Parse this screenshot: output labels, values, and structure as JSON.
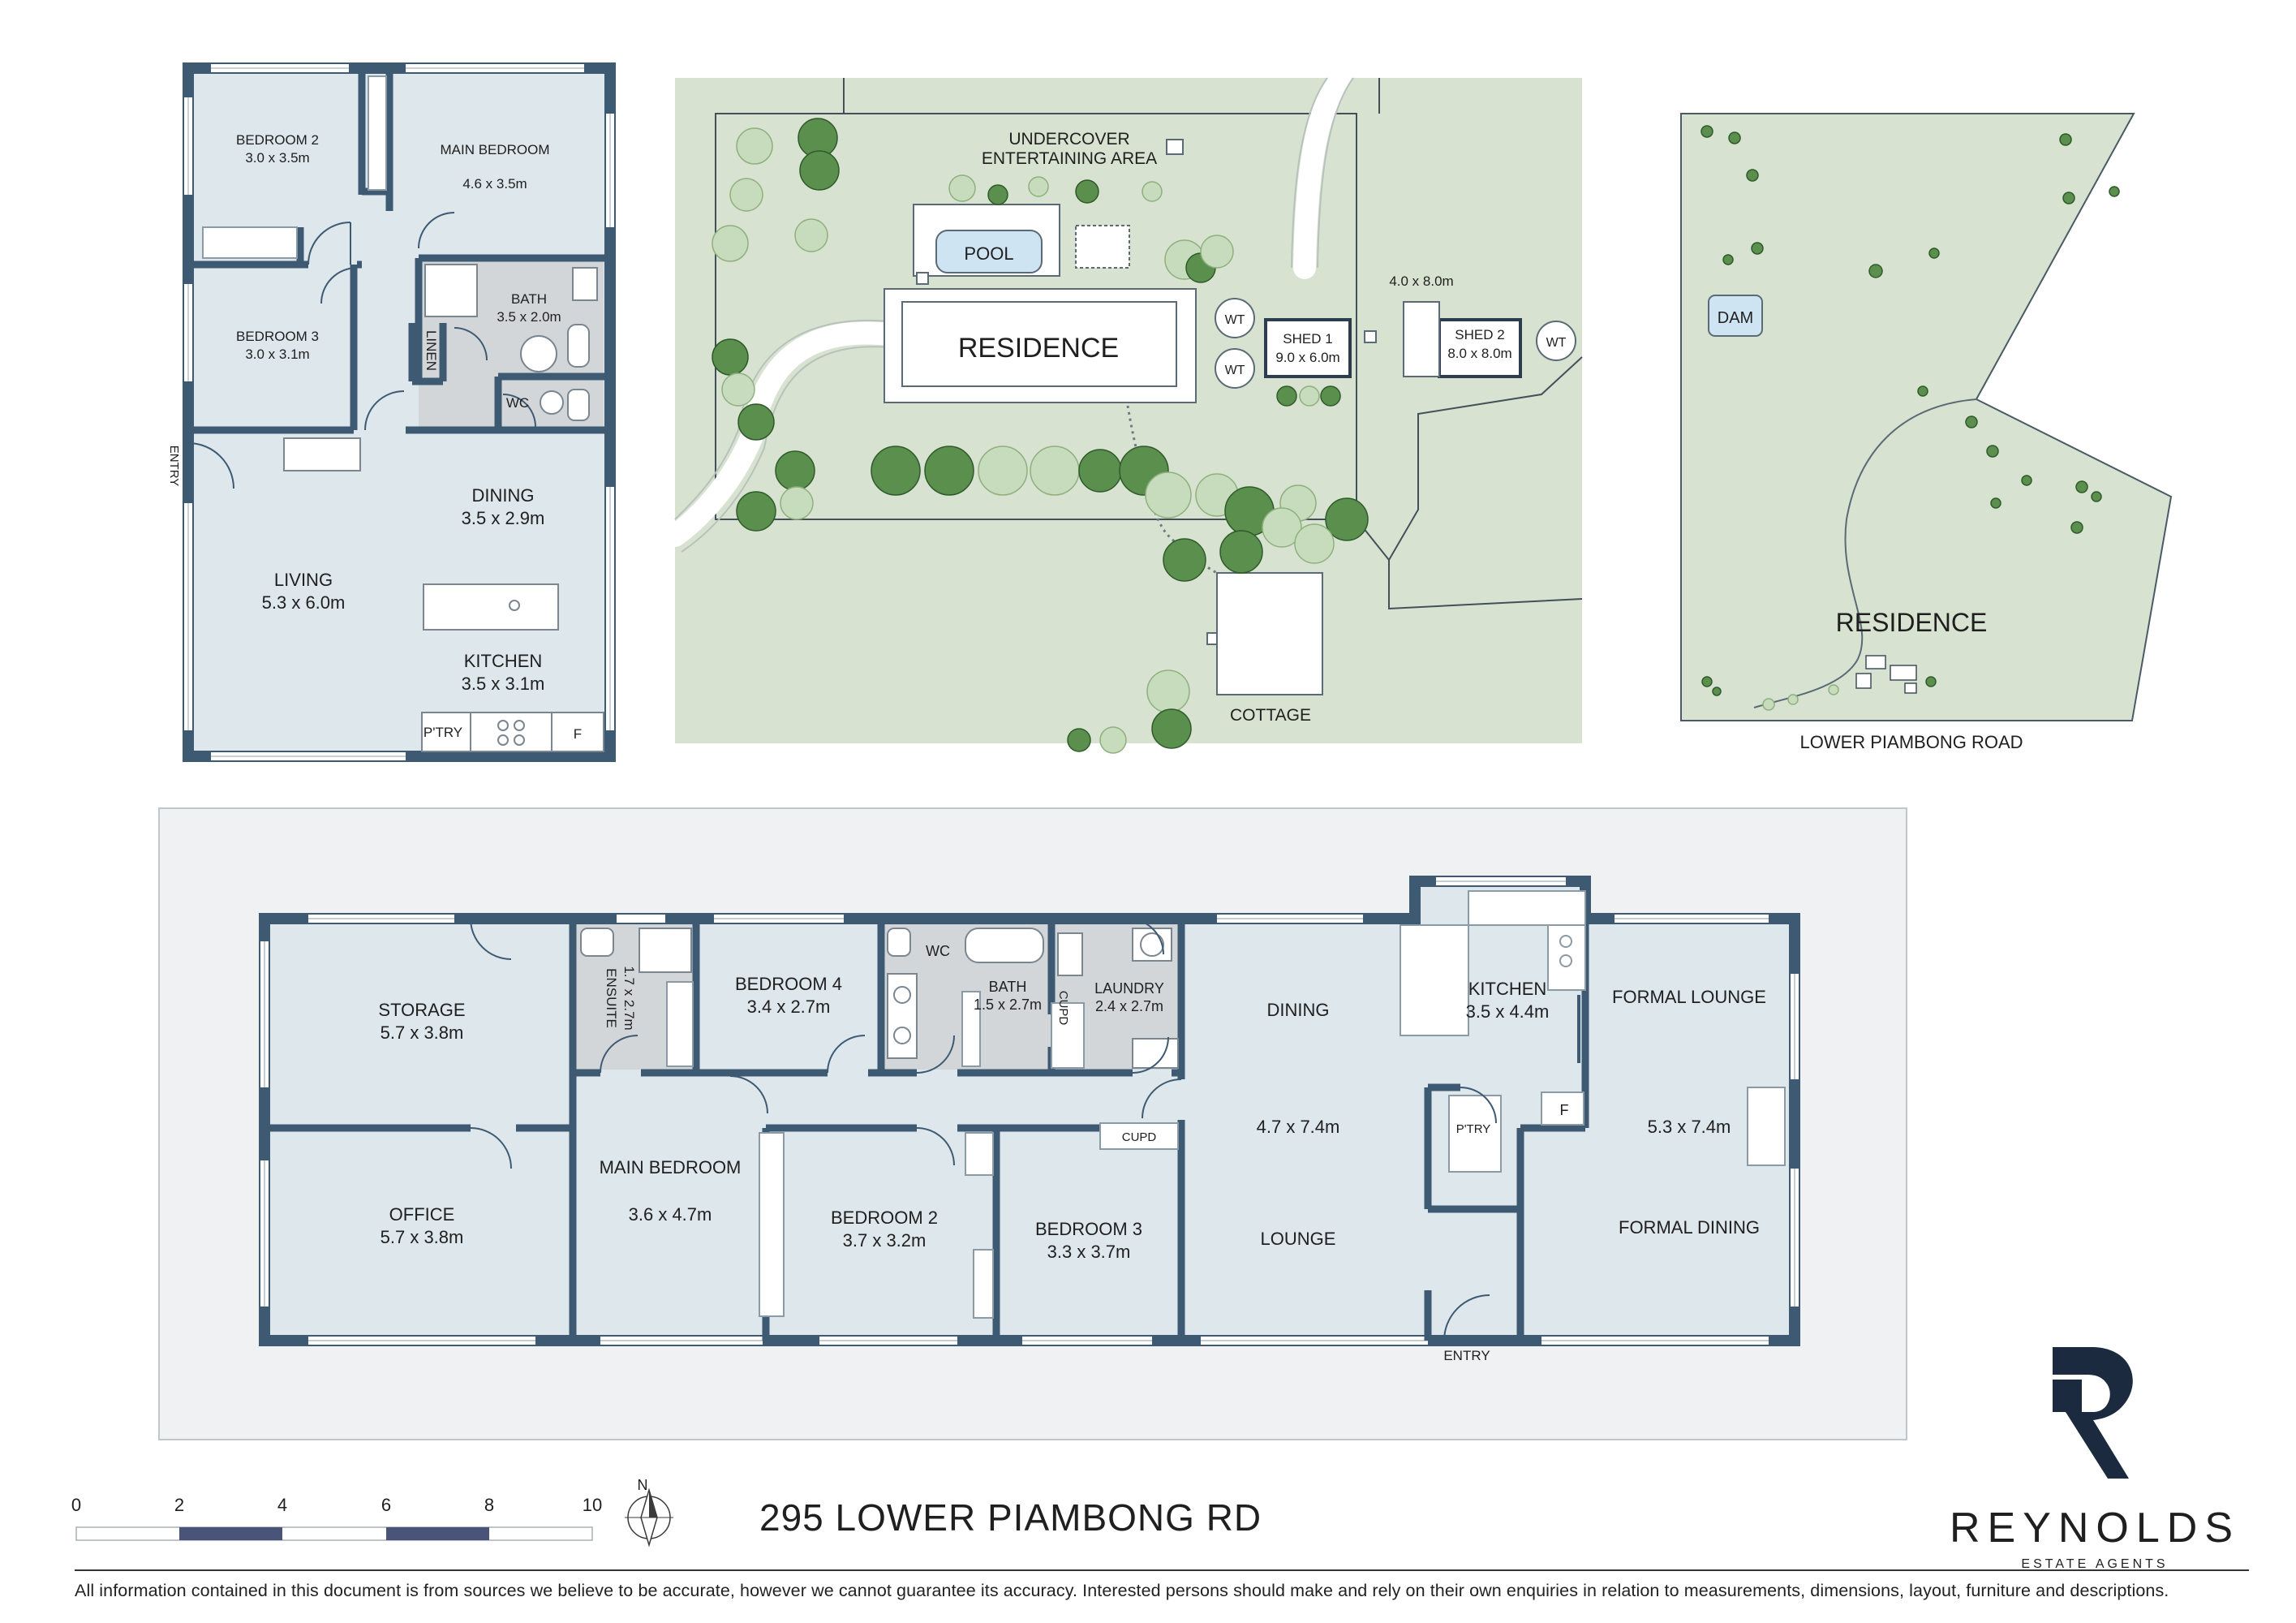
{
  "address": "295 LOWER PIAMBONG RD",
  "disclaimer": "All information contained in this document is from sources we believe to be accurate, however we cannot guarantee its accuracy. Interested persons should make and rely on their own enquiries in relation to measurements, dimensions, layout, furniture and descriptions.",
  "brand": {
    "name": "REYNOLDS",
    "tagline": "ESTATE AGENTS",
    "color": "#1b2a3f"
  },
  "colors": {
    "wall": "#3e5a72",
    "room": "#dde7ec",
    "wet": "#d3d6d9",
    "grass": "#d7e3d0",
    "tree": "#5b8f4e",
    "plot": "#f0f1f2"
  },
  "scale": {
    "labels": [
      "0",
      "2",
      "4",
      "6",
      "8",
      "10"
    ],
    "unit_note": "",
    "north": "N"
  },
  "cottage_plan": {
    "entry": "ENTRY",
    "rooms": [
      {
        "name": "BEDROOM 2",
        "dim": "3.0 x 3.5m"
      },
      {
        "name": "MAIN BEDROOM",
        "dim": "4.6 x 3.5m"
      },
      {
        "name": "BEDROOM 3",
        "dim": "3.0 x 3.1m"
      },
      {
        "name": "BATH",
        "dim": "3.5 x 2.0m"
      },
      {
        "name": "LINEN",
        "dim": ""
      },
      {
        "name": "WC",
        "dim": ""
      },
      {
        "name": "DINING",
        "dim": "3.5 x 2.9m"
      },
      {
        "name": "LIVING",
        "dim": "5.3 x 6.0m"
      },
      {
        "name": "KITCHEN",
        "dim": "3.5 x 3.1m"
      },
      {
        "name": "P'TRY",
        "dim": ""
      },
      {
        "name": "F",
        "dim": ""
      }
    ]
  },
  "site_plan": {
    "labels": {
      "undercover": "UNDERCOVER",
      "entertaining": "ENTERTAINING AREA",
      "pool": "POOL",
      "residence": "RESIDENCE",
      "shed1": "SHED 1",
      "shed1_dim": "9.0 x 6.0m",
      "shed2": "SHED 2",
      "shed2_dim": "8.0 x 8.0m",
      "lean_to": "4.0 x 8.0m",
      "wt": "WT",
      "cottage": "COTTAGE"
    }
  },
  "locality_plan": {
    "dam": "DAM",
    "residence": "RESIDENCE",
    "road": "LOWER PIAMBONG ROAD"
  },
  "residence_plan": {
    "entry": "ENTRY",
    "rooms": [
      {
        "name": "STORAGE",
        "dim": "5.7 x 3.8m"
      },
      {
        "name": "OFFICE",
        "dim": "5.7 x 3.8m"
      },
      {
        "name": "ENSUITE",
        "dim": "1.7 x 2.7m"
      },
      {
        "name": "BEDROOM 4",
        "dim": "3.4 x 2.7m"
      },
      {
        "name": "WC",
        "dim": ""
      },
      {
        "name": "BATH",
        "dim": "1.5 x 2.7m"
      },
      {
        "name": "CUPD",
        "dim": ""
      },
      {
        "name": "LAUNDRY",
        "dim": "2.4 x 2.7m"
      },
      {
        "name": "MAIN BEDROOM",
        "dim": "3.6 x 4.7m"
      },
      {
        "name": "BEDROOM 2",
        "dim": "3.7 x 3.2m"
      },
      {
        "name": "CUPD",
        "dim": ""
      },
      {
        "name": "BEDROOM 3",
        "dim": "3.3 x 3.7m"
      },
      {
        "name": "DINING",
        "dim": "4.7 x 7.4m"
      },
      {
        "name": "LOUNGE",
        "dim": ""
      },
      {
        "name": "KITCHEN",
        "dim": "3.5 x 4.4m"
      },
      {
        "name": "P'TRY",
        "dim": ""
      },
      {
        "name": "F",
        "dim": ""
      },
      {
        "name": "FORMAL LOUNGE",
        "dim": "5.3 x 7.4m"
      },
      {
        "name": "FORMAL DINING",
        "dim": ""
      }
    ]
  }
}
